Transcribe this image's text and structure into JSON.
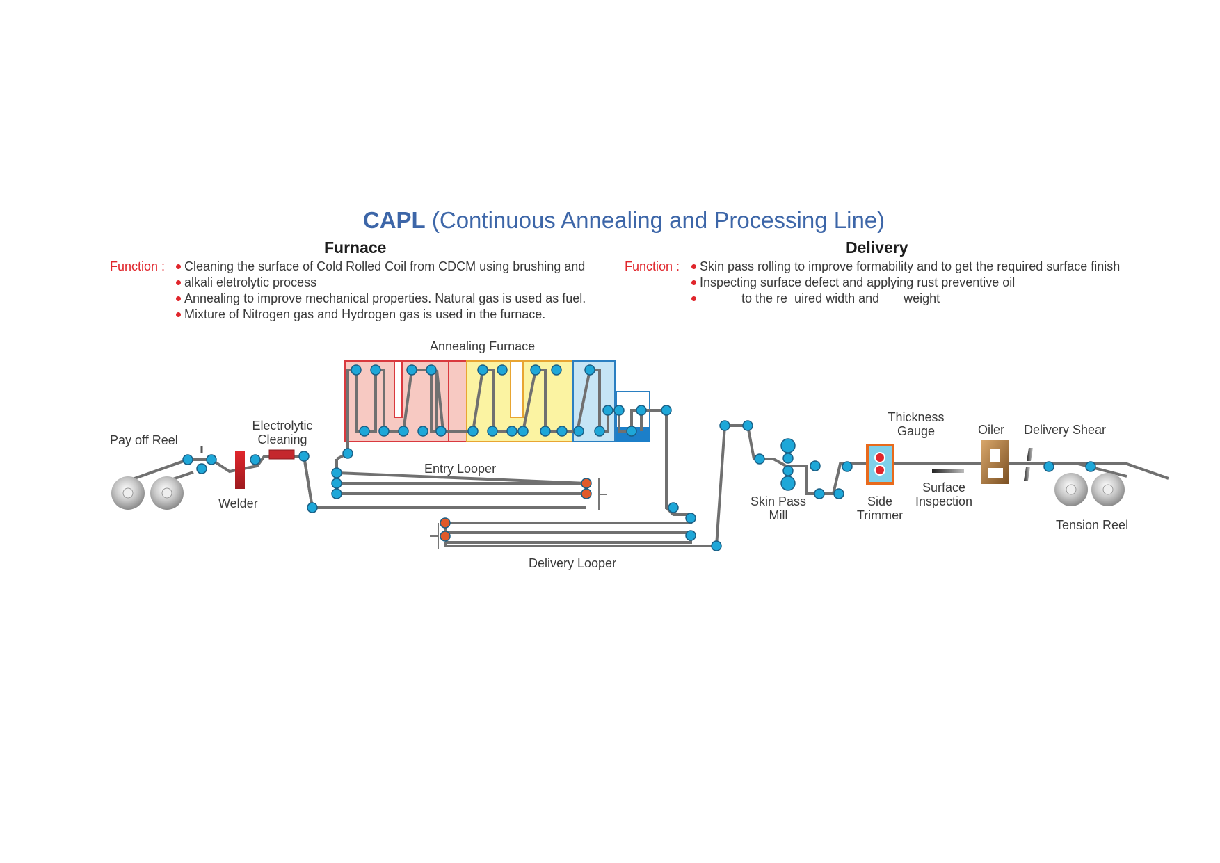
{
  "title": {
    "bold": "CAPL",
    "rest": " (Continuous Annealing and Processing Line)"
  },
  "furnace": {
    "heading": "Furnace",
    "function_label": "Function :",
    "bullets": [
      "Cleaning the surface of Cold Rolled Coil from CDCM using brushing and",
      "alkali eletrolytic process",
      "Annealing to improve mechanical properties. Natural gas is used as fuel.",
      "Mixture of Nitrogen gas and Hydrogen gas is used in the furnace."
    ]
  },
  "delivery": {
    "heading": "Delivery",
    "function_label": "Function :",
    "bullets": [
      "Skin pass rolling to improve formability and to get the required surface finish",
      "Inspecting surface defect and applying rust preventive oil",
      "            to the re  uired width and       weight"
    ]
  },
  "labels": {
    "annealing_furnace": "Annealing Furnace",
    "pay_off_reel": "Pay off Reel",
    "electrolytic_cleaning_1": "Electrolytic",
    "electrolytic_cleaning_2": "Cleaning",
    "welder": "Welder",
    "entry_looper": "Entry Looper",
    "delivery_looper": "Delivery Looper",
    "skin_pass_mill_1": "Skin Pass",
    "skin_pass_mill_2": "Mill",
    "thickness_gauge_1": "Thickness",
    "thickness_gauge_2": "Gauge",
    "side_trimmer_1": "Side",
    "side_trimmer_2": "Trimmer",
    "surface_inspection_1": "Surface",
    "surface_inspection_2": "Inspection",
    "oiler": "Oiler",
    "delivery_shear": "Delivery Shear",
    "tension_reel": "Tension Reel"
  },
  "colors": {
    "title_blue": "#3d66a8",
    "function_red": "#e0262c",
    "strip_gray": "#707070",
    "roll_blue": "#1ea7d8",
    "heating_zone": "#f7c9c2",
    "soaking_zone": "#fbf3a2",
    "cooling_zone": "#c6e5f5",
    "quench_zone": "#1c7fc9",
    "looper_roll_orange": "#e05a2a"
  }
}
